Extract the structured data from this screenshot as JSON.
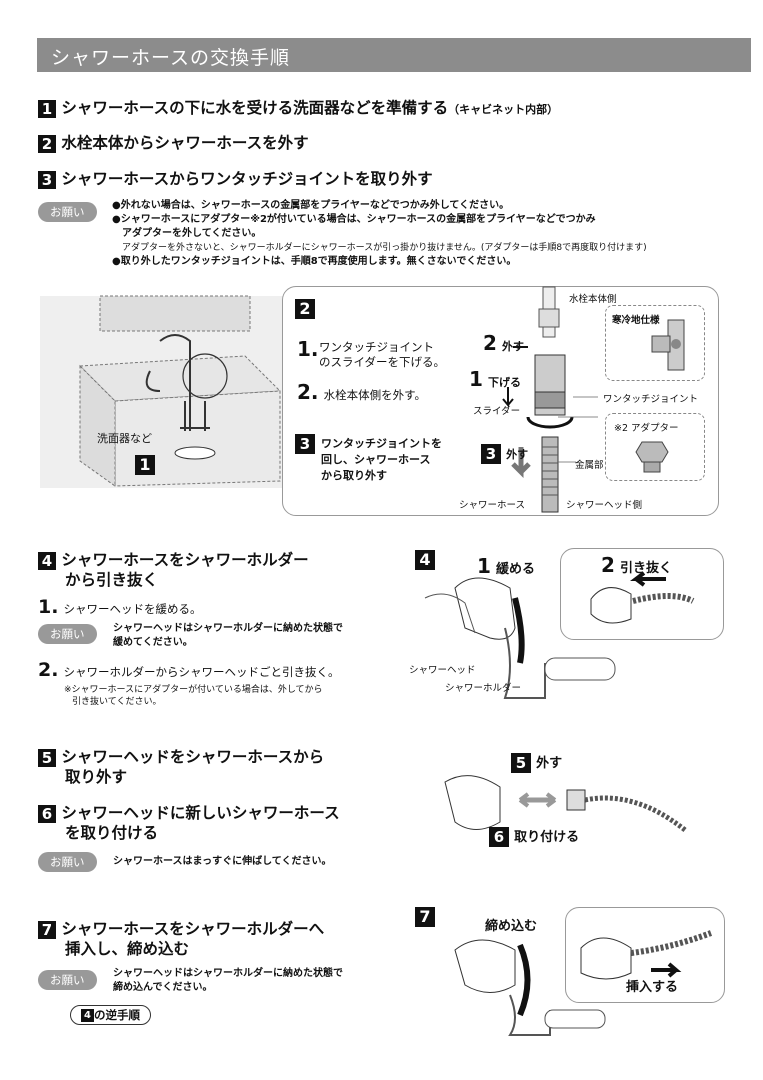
{
  "title": "シャワーホースの交換手順",
  "steps": [
    {
      "num": "1",
      "text": "シャワーホースの下に水を受ける洗面器などを準備する",
      "suffix": "（キャビネット内部）"
    },
    {
      "num": "2",
      "text": "水栓本体からシャワーホースを外す"
    },
    {
      "num": "3",
      "text": "シャワーホースからワンタッチジョイントを取り外す"
    }
  ],
  "onegai_label": "お願い",
  "note3": {
    "l1": "●外れない場合は、シャワーホースの金属部をプライヤーなどでつかみ外してください。",
    "l2": "●シャワーホースにアダプター※2が付いている場合は、シャワーホースの金属部をプライヤーなどでつかみ",
    "l3": "アダプターを外してください。",
    "l4": "アダプターを外さないと、シャワーホルダーにシャワーホースが引っ掛かり抜けません。(アダプターは手順8で再度取り付けます)",
    "l5": "●取り外したワンタッチジョイントは、手順8で再度使用します。無くさないでください。"
  },
  "fig1": {
    "basin_label": "洗面器など",
    "step": "1"
  },
  "fig2": {
    "step": "2",
    "i1_num": "1.",
    "i1_text_a": "ワンタッチジョイント",
    "i1_text_b": "のスライダーを下げる。",
    "i2_num": "2.",
    "i2_text": "水栓本体側を外す。",
    "i3_num": "3",
    "i3_text_a": "ワンタッチジョイントを",
    "i3_text_b": "回し、シャワーホース",
    "i3_text_c": "から取り外す",
    "faucet_side": "水栓本体側",
    "n2": "2",
    "hazusu": "外す",
    "n1": "1",
    "sageru": "下げる",
    "slider": "スライダー",
    "joint": "ワンタッチジョイント",
    "n3": "3",
    "hazusu3": "外す",
    "kinzoku": "金属部",
    "hose": "シャワーホース",
    "head_side": "シャワーヘッド側",
    "cold": "寒冷地仕様",
    "adapter": "※2 アダプター"
  },
  "step4": {
    "num": "4",
    "title_a": "シャワーホースをシャワーホルダー",
    "title_b": "から引き抜く",
    "s1_num": "1.",
    "s1_text": "シャワーヘッドを緩める。",
    "onegai_text_a": "シャワーヘッドはシャワーホルダーに納めた状態で",
    "onegai_text_b": "緩めてください。",
    "s2_num": "2.",
    "s2_text": "シャワーホルダーからシャワーヘッドごと引き抜く。",
    "note_a": "※シャワーホースにアダプターが付いている場合は、外してから",
    "note_b": "引き抜いてください。",
    "fig_num": "4",
    "f1": "1",
    "yurumeru": "緩める",
    "f2": "2",
    "hikinuku": "引き抜く",
    "head_lbl": "シャワーヘッド",
    "holder_lbl": "シャワーホルダー"
  },
  "step5": {
    "num": "5",
    "title_a": "シャワーヘッドをシャワーホースから",
    "title_b": "取り外す",
    "fig_num": "5",
    "fig_text": "外す"
  },
  "step6": {
    "num": "6",
    "title_a": "シャワーヘッドに新しいシャワーホース",
    "title_b": "を取り付ける",
    "fig_num": "6",
    "fig_text": "取り付ける",
    "onegai_text": "シャワーホースはまっすぐに伸ばしてください。"
  },
  "step7": {
    "num": "7",
    "title_a": "シャワーホースをシャワーホルダーへ",
    "title_b": "挿入し、締め込む",
    "onegai_text_a": "シャワーヘッドはシャワーホルダーに納めた状態で",
    "onegai_text_b": "締め込んでください。",
    "reverse_num": "4",
    "reverse_text": "の逆手順",
    "fig_num": "7",
    "shimekomu": "締め込む",
    "sounyu": "挿入する"
  }
}
